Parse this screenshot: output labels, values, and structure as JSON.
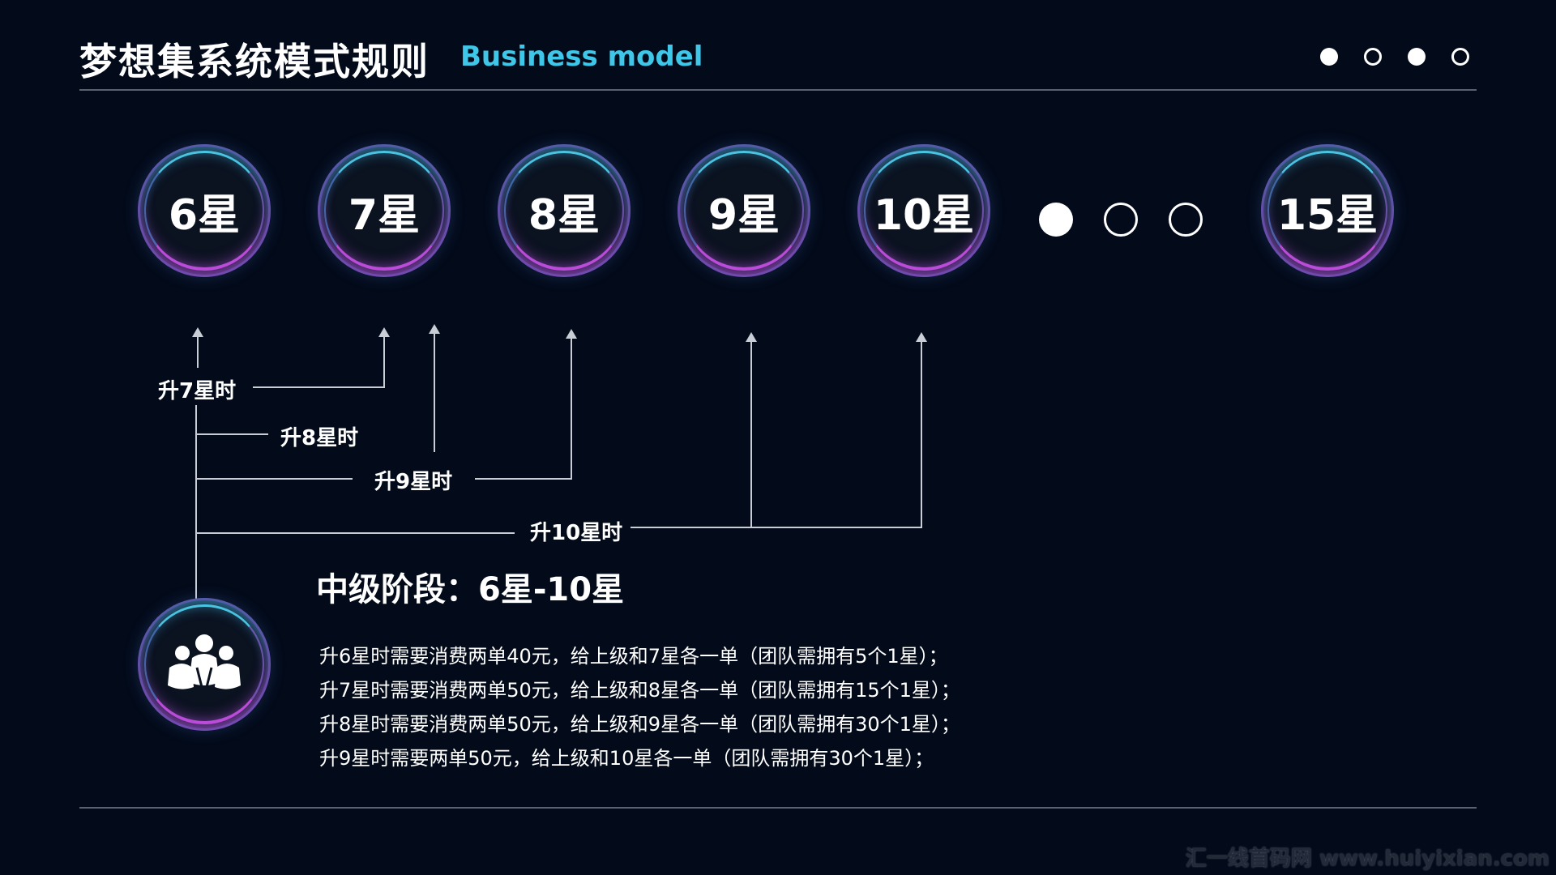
{
  "header": {
    "title": "梦想集系统模式规则",
    "subtitle": "Business model"
  },
  "stars": [
    {
      "label": "6星"
    },
    {
      "label": "7星"
    },
    {
      "label": "8星"
    },
    {
      "label": "9星"
    },
    {
      "label": "10星"
    },
    {
      "label": "15星"
    }
  ],
  "branches": {
    "b7": "升7星时",
    "b8": "升8星时",
    "b9": "升9星时",
    "b10": "升10星时"
  },
  "stage": {
    "title": "中级阶段：6星-10星",
    "rules": [
      "升6星时需要消费两单40元，给上级和7星各一单（团队需拥有5个1星）；",
      "升7星时需要消费两单50元，给上级和8星各一单（团队需拥有15个1星）；",
      "升8星时需要消费两单50元，给上级和9星各一单（团队需拥有30个1星）；",
      "升9星时需要两单50元，给上级和10星各一单（团队需拥有30个1星）；"
    ]
  },
  "icons": {
    "team": "team-icon"
  },
  "colors": {
    "background": "#030b1a",
    "accent_cyan": "#3ec7e8",
    "accent_magenta": "#c850e6"
  },
  "watermark": "汇一线首码网 www.huiyixian.com"
}
